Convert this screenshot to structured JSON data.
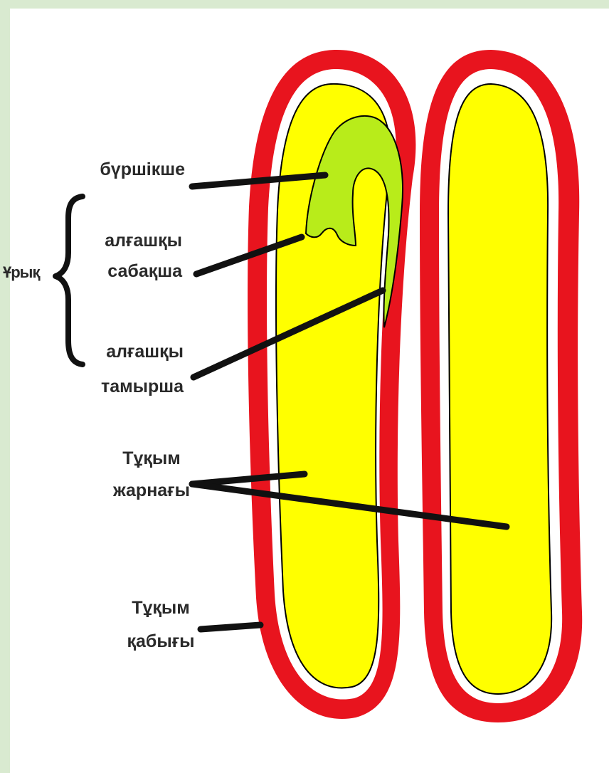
{
  "labels": {
    "plumule": "бүршікше",
    "embryo": "Ұрық",
    "hypocotyl_line1": "алғашқы",
    "hypocotyl_line2": "сабақша",
    "radicle_line1": "алғашқы",
    "radicle_line2": "тамырша",
    "cotyledon_line1": "Тұқым",
    "cotyledon_line2": "жарнағы",
    "seed_coat_line1": "Тұқым",
    "seed_coat_line2": "қабығы"
  },
  "colors": {
    "background_border": "#d9ead0",
    "seed_coat": "#e8141e",
    "cotyledon": "#ffff00",
    "embryo": "#b8ec1a",
    "leader_line": "#111111",
    "text": "#2a2a2a"
  }
}
